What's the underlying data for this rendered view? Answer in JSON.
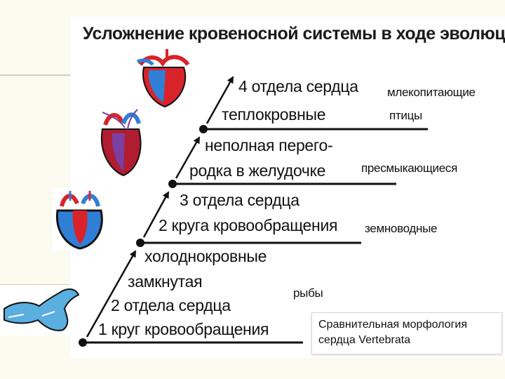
{
  "title": "Усложнение кровеносной системы в ходе эволюции",
  "stages": [
    {
      "line1": "4 отдела сердца",
      "line2": "теплокровные"
    },
    {
      "line1": "неполная перего-",
      "line2": "родка в желудочке"
    },
    {
      "line1": "3 отдела сердца",
      "line2": "2 круга кровообращения"
    },
    {
      "line1": "холоднокровные",
      "line2": "замкнутая"
    },
    {
      "line1": "2 отдела сердца",
      "line2": "1 круг кровообращения"
    }
  ],
  "groups": {
    "mammals": "млекопитающие",
    "birds": "птицы",
    "reptiles": "пресмыкающиеся",
    "amphibians": "земноводные",
    "fish": "рыбы"
  },
  "caption": {
    "line1": "Сравнительная морфология",
    "line2": "сердца Vertebrata"
  },
  "colors": {
    "arterial": "#d8232a",
    "venous": "#2f7fd6",
    "mixed": "#7a3fa0",
    "fish_heart": "#5aaee0"
  }
}
